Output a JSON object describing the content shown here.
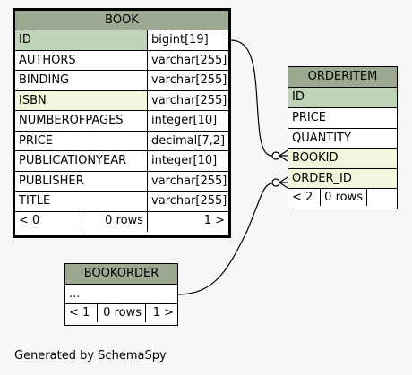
{
  "tables": {
    "book": {
      "name": "BOOK",
      "columns": [
        {
          "name": "ID",
          "type": "bigint[19]"
        },
        {
          "name": "AUTHORS",
          "type": "varchar[255]"
        },
        {
          "name": "BINDING",
          "type": "varchar[255]"
        },
        {
          "name": "ISBN",
          "type": "varchar[255]"
        },
        {
          "name": "NUMBEROFPAGES",
          "type": "integer[10]"
        },
        {
          "name": "PRICE",
          "type": "decimal[7,2]"
        },
        {
          "name": "PUBLICATIONYEAR",
          "type": "integer[10]"
        },
        {
          "name": "PUBLISHER",
          "type": "varchar[255]"
        },
        {
          "name": "TITLE",
          "type": "varchar[255]"
        }
      ],
      "footer": {
        "parents": "< 0",
        "rows": "0 rows",
        "children": "1 >"
      }
    },
    "orderitem": {
      "name": "ORDERITEM",
      "columns": [
        "ID",
        "PRICE",
        "QUANTITY",
        "BOOKID",
        "ORDER_ID"
      ],
      "footer": {
        "parents": "< 2",
        "rows": "0 rows"
      }
    },
    "bookorder": {
      "name": "BOOKORDER",
      "columns": [
        "..."
      ],
      "footer": {
        "parents": "< 1",
        "rows": "0 rows",
        "children": "1 >"
      }
    }
  },
  "colors": {
    "header": "#9ca88f",
    "primary_key": "#bfd3b7",
    "indexed": "#f3f6dc",
    "background": "#f7f7f7"
  },
  "footer_text": "Generated by SchemaSpy"
}
